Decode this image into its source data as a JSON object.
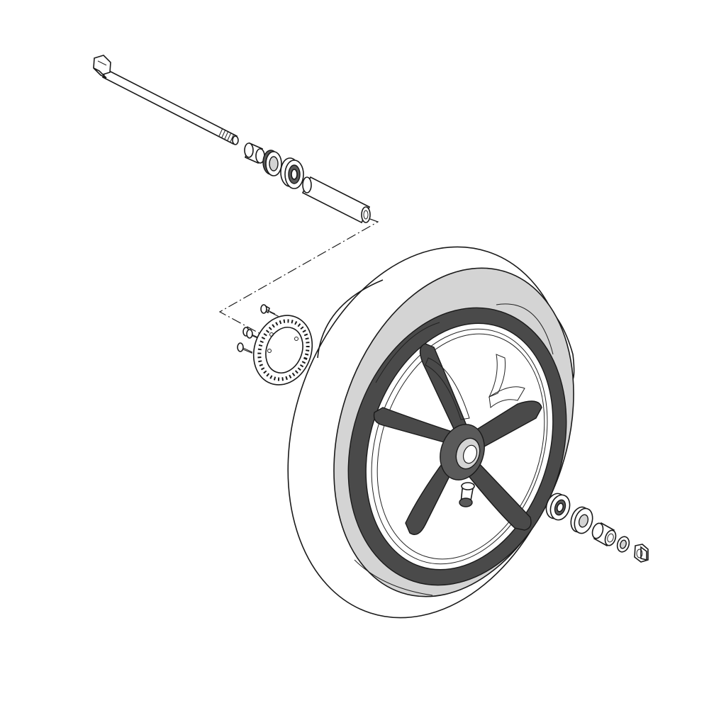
{
  "diagram": {
    "type": "exploded-parts-view",
    "parts": [
      {
        "id": "axle",
        "icon": "axle-bolt-icon"
      },
      {
        "id": "spacer-left",
        "icon": "spacer-icon"
      },
      {
        "id": "seal-left",
        "icon": "oil-seal-icon"
      },
      {
        "id": "bearing-left",
        "icon": "bearing-icon"
      },
      {
        "id": "distance-tube",
        "icon": "tube-icon"
      },
      {
        "id": "abs-tone-ring",
        "icon": "tone-ring-icon"
      },
      {
        "id": "tone-ring-screws",
        "icon": "screw-icon",
        "count": 3
      },
      {
        "id": "tyre",
        "icon": "tyre-icon"
      },
      {
        "id": "wheel-rim",
        "icon": "rim-icon"
      },
      {
        "id": "valve",
        "icon": "valve-icon"
      },
      {
        "id": "bearing-right",
        "icon": "bearing-icon"
      },
      {
        "id": "seal-right",
        "icon": "oil-seal-icon"
      },
      {
        "id": "spacer-right",
        "icon": "spacer-icon"
      },
      {
        "id": "washer",
        "icon": "washer-icon"
      },
      {
        "id": "axle-nut",
        "icon": "nut-icon"
      }
    ],
    "colors": {
      "line": "#1a1a1a",
      "tyre": "#d4d4d4",
      "rim": "#5a5a5a",
      "background": "#ffffff"
    }
  }
}
